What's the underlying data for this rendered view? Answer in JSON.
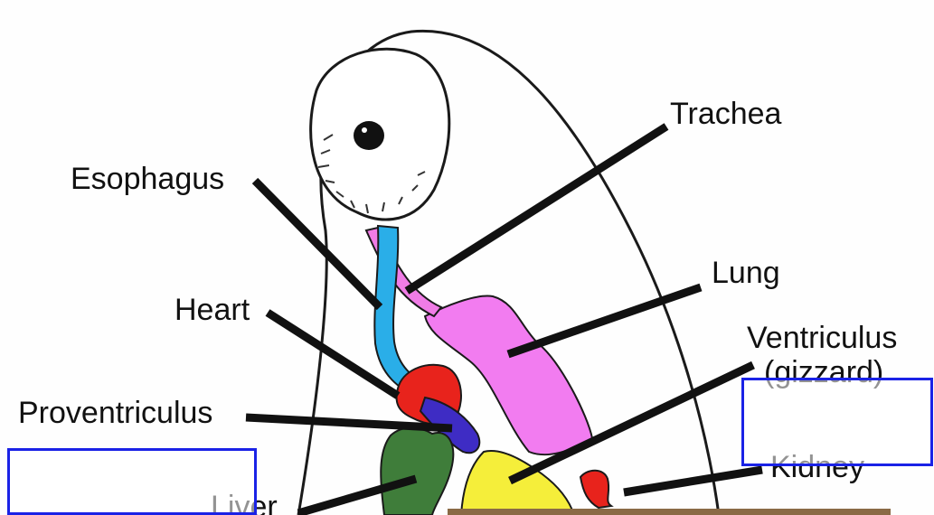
{
  "labels": {
    "trachea": "Trachea",
    "esophagus": "Esophagus",
    "lung": "Lung",
    "heart": "Heart",
    "ventriculus_line1": "Ventriculus",
    "ventriculus_line2": "(gizzard)",
    "proventriculus": "Proventriculus",
    "kidney": "Kidney",
    "liver": "Liver"
  },
  "colors": {
    "outline": "#1a1a1a",
    "trachea": "#f07ce6",
    "lung": "#f27cf0",
    "esophagus": "#2aaee8",
    "heart": "#e8231c",
    "proventriculus": "#3e2cc4",
    "ventriculus": "#f5ee3a",
    "kidney": "#e8231c",
    "liver": "#3f7d3a",
    "label_box": "#1a22e6",
    "photo": "#8a6a45"
  }
}
